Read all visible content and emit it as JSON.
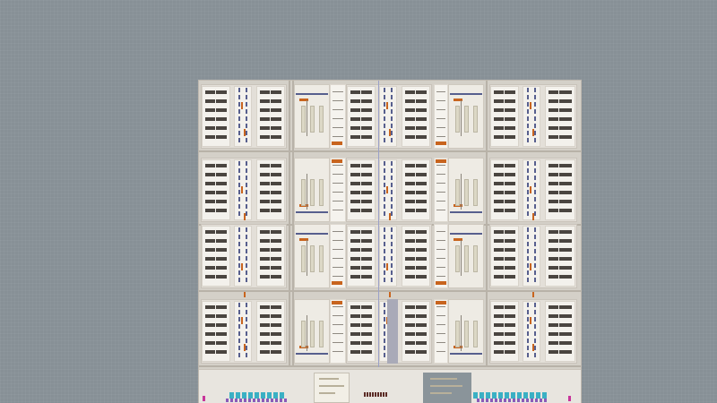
{
  "scene": {
    "type": "factory-floor-overview",
    "colors": {
      "background": "#879096",
      "floor": "#d4d0c8",
      "cell": "#f3f1ec",
      "shelf": "#4a4540",
      "conveyor": "#575f8e",
      "accent": "#c8641e",
      "cyan_tile": "#3ab0c4",
      "pink_marker": "#c8349a"
    },
    "grid": {
      "rows": 4,
      "columns_per_row": 5
    },
    "bottom_strip": {
      "sections": [
        "cyan-tiles-left",
        "io-panel-left",
        "output-rack",
        "io-panel-gray",
        "cyan-tiles-right"
      ]
    }
  }
}
